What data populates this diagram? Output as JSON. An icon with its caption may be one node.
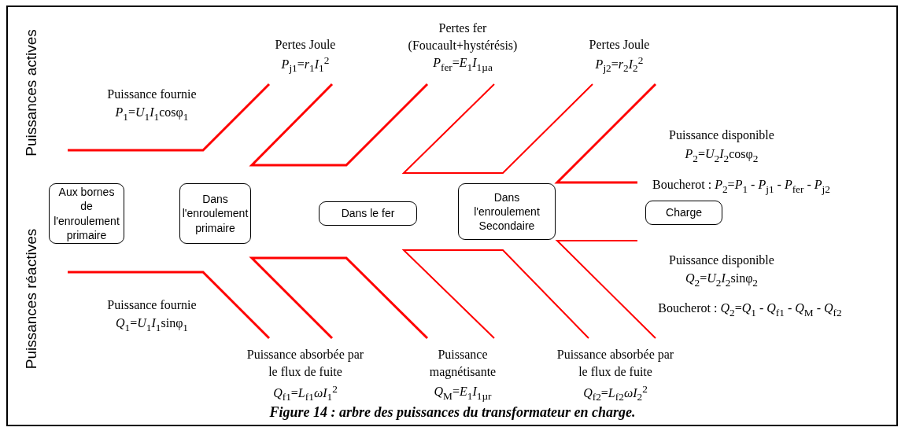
{
  "diagram": {
    "caption": "Figure 14 : arbre des puissances du transformateur en charge.",
    "nodes": [
      {
        "text": [
          "Aux bornes de l'enroulement primaire"
        ]
      },
      {
        "text": [
          "Dans l'enroulement primaire"
        ]
      },
      {
        "text": [
          "Dans le fer"
        ]
      },
      {
        "text": [
          "Dans l'enroulement Secondaire"
        ]
      },
      {
        "text": [
          "Charge"
        ]
      }
    ],
    "labels": [
      "Puissances actives",
      "Pertes Joule",
      "*P*$_{j1}$=*r*$_{1}$*I*$_{1}$$^{2}$",
      "Pertes fer (Foucault+hystérésis)",
      "*P*$_{fer}$=*E*$_{1}$*I*$_{1µa}$",
      "Pertes Joule",
      "*P*$_{j2}$=*r*$_{2}$*I*$_{2}$$^{2}$",
      "Puissance fournie",
      "*P*$_{1}$=*U*$_{1}$*I*$_{1}$cosφ$_{1}$",
      "Puissance disponible",
      "*P*$_{2}$=*U*$_{2}$*I*$_{2}$cosφ$_{2}$",
      "Boucherot : *P*$_{2}$=*P*$_{1}$ - *P*$_{j1}$ - *P*$_{fer}$ - *P*$_{j2}$",
      "Puissances réactives",
      "Puissance disponible",
      "*Q*$_{2}$=*U*$_{2}$*I*$_{2}$sinφ$_{2}$",
      "Boucherot : *Q*$_{2}$=*Q*$_{1}$ - *Q*$_{f1}$ - *Q*$_{M}$ - *Q*$_{f2}$",
      "Puissance fournie",
      "*Q*$_{1}$=*U*$_{1}$*I*$_{1}$sinφ$_{1}$",
      "Puissance absorbée par le flux de fuite",
      "*Q*$_{f1}$=*L*$_{f1}$*ωI*$_{1}$$^{2}$",
      "Puissance magnétisante",
      "*Q*$_{M}$=*E*$_{1}$*I*$_{1µr}$",
      "Puissance absorbée par le flux de fuite",
      "*Q*$_{f2}$=*L*$_{f2}$*ωI*$_{2}$$^{2}$"
    ]
  }
}
